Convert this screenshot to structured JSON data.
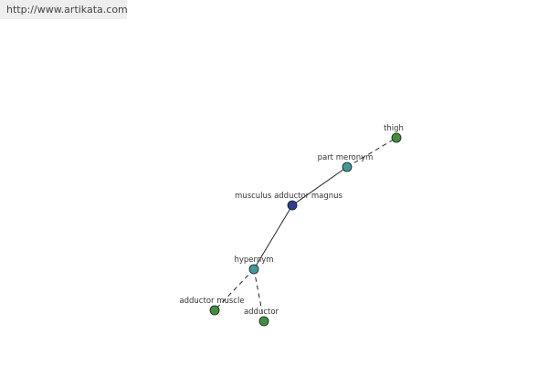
{
  "header": {
    "url_text": "http://www.artikata.com"
  },
  "diagram": {
    "nodes": [
      {
        "id": "center",
        "label": "musculus adductor magnus",
        "type": "center",
        "color": "#2f3f8f"
      },
      {
        "id": "hypernym",
        "label": "hypernym",
        "type": "relation",
        "color": "#3f9b9b"
      },
      {
        "id": "part-meronym",
        "label": "part meronym",
        "type": "relation",
        "color": "#3f9b9b"
      },
      {
        "id": "thigh",
        "label": "thigh",
        "type": "term",
        "color": "#3f8f3f"
      },
      {
        "id": "adductor-muscle",
        "label": "adductor muscle",
        "type": "term",
        "color": "#3f8f3f"
      },
      {
        "id": "adductor",
        "label": "adductor",
        "type": "term",
        "color": "#3f8f3f"
      }
    ],
    "edges": [
      {
        "from": "center",
        "to": "hypernym",
        "style": "solid"
      },
      {
        "from": "center",
        "to": "part-meronym",
        "style": "solid"
      },
      {
        "from": "part-meronym",
        "to": "thigh",
        "style": "dashed"
      },
      {
        "from": "hypernym",
        "to": "adductor-muscle",
        "style": "dashed"
      },
      {
        "from": "hypernym",
        "to": "adductor",
        "style": "dashed"
      }
    ]
  }
}
